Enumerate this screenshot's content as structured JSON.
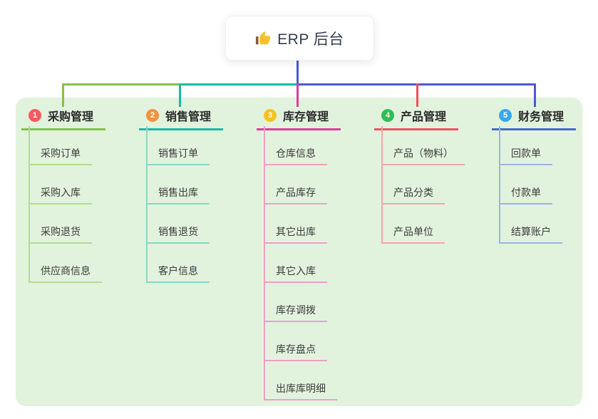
{
  "root": {
    "title": "ERP 后台",
    "icon": "thumbs-up"
  },
  "canvas": {
    "background": "#ffffff",
    "board_background": "#e2f3dd"
  },
  "connector": {
    "stem_color": "#4a5bd0"
  },
  "branches": [
    {
      "number": "1",
      "label": "采购管理",
      "badge_color": "#fa5a60",
      "line_color": "#84c04b",
      "sub_color": "#b3da92",
      "items": [
        "采购订单",
        "采购入库",
        "采购退货",
        "供应商信息"
      ]
    },
    {
      "number": "2",
      "label": "销售管理",
      "badge_color": "#f5923e",
      "line_color": "#14bca4",
      "sub_color": "#86d8c8",
      "items": [
        "销售订单",
        "销售出库",
        "销售退货",
        "客户信息"
      ]
    },
    {
      "number": "3",
      "label": "库存管理",
      "badge_color": "#f7c122",
      "line_color": "#e23a9c",
      "sub_color": "#f19dcb",
      "items": [
        "仓库信息",
        "产品库存",
        "其它出库",
        "其它入库",
        "库存调拨",
        "库存盘点",
        "出库库明细"
      ]
    },
    {
      "number": "4",
      "label": "产品管理",
      "badge_color": "#31bd55",
      "line_color": "#f24f63",
      "sub_color": "#f7a2ae",
      "items": [
        "产品（物料）",
        "产品分类",
        "产品单位"
      ]
    },
    {
      "number": "5",
      "label": "财务管理",
      "badge_color": "#38a9e9",
      "line_color": "#4b68cb",
      "sub_color": "#9fb2e2",
      "items": [
        "回款单",
        "付款单",
        "结算账户"
      ]
    }
  ]
}
